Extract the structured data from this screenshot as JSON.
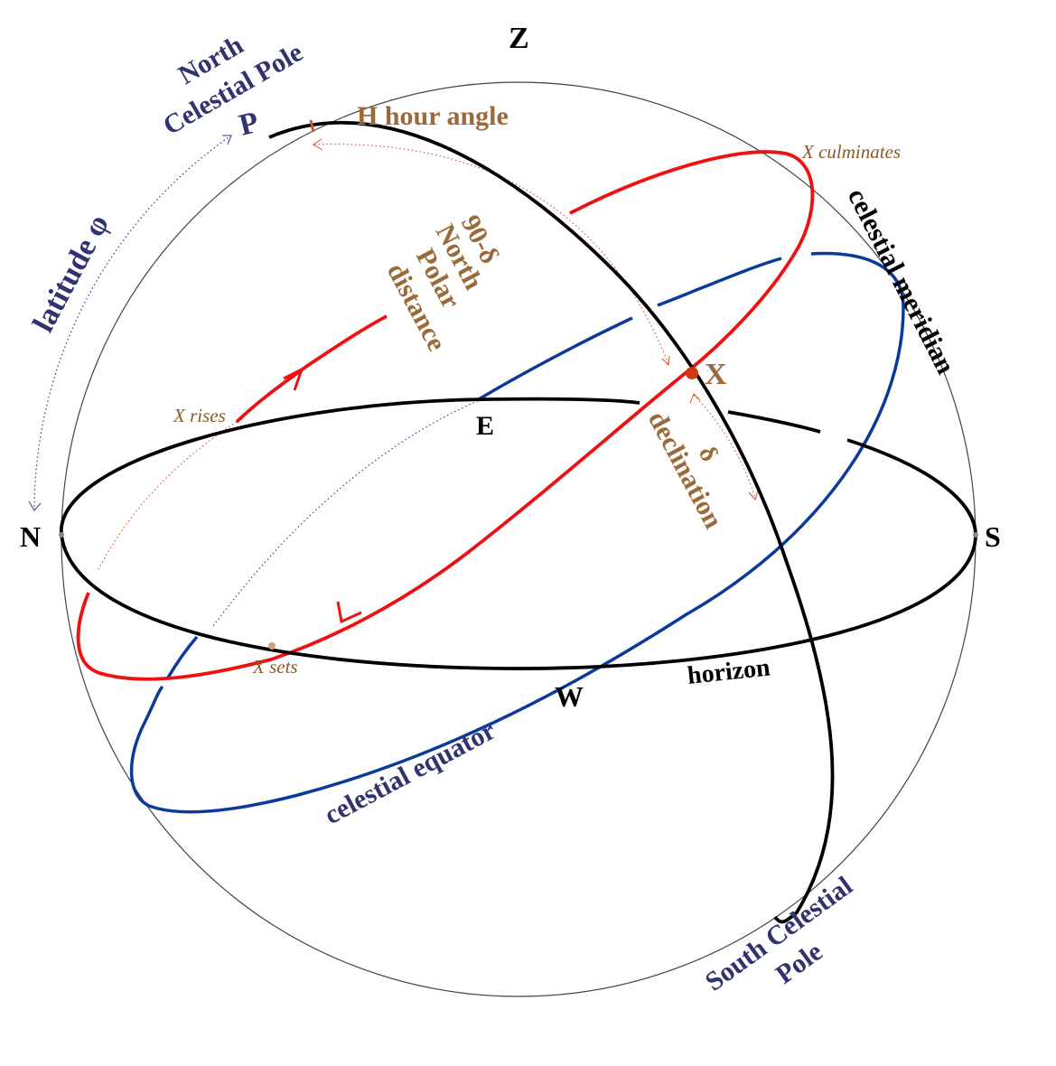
{
  "colors": {
    "sphere": "#444444",
    "horizon_meridian": "#000000",
    "star_path": "#ee1111",
    "equator": "#0a3a9a",
    "label_brown": "#9b6a3a",
    "label_navy": "#2f3370",
    "star_dot": "#d23a10"
  },
  "points": {
    "zenith": "Z",
    "north": "N",
    "south": "S",
    "east": "E",
    "west": "W",
    "pole": "P",
    "star": "X"
  },
  "labels": {
    "ncp_line1": "North",
    "ncp_line2": "Celestial Pole",
    "hour_angle": "H hour angle",
    "culminates": "X culminates",
    "celestial_meridian": "celestial meridian",
    "latitude": "latitude φ",
    "npd_line1": "90-δ",
    "npd_line2": "North",
    "npd_line3": "Polar",
    "npd_line4": "distance",
    "rises": "X rises",
    "sets": "X sets",
    "delta": "δ",
    "declination": "declination",
    "horizon": "horizon",
    "celestial_equator": "celestial equator",
    "scp_line1": "South Celestial",
    "scp_line2": "Pole"
  },
  "icons": {
    "arrow_up": "arrowhead-icon",
    "arrow_down": "arrowhead-icon"
  }
}
